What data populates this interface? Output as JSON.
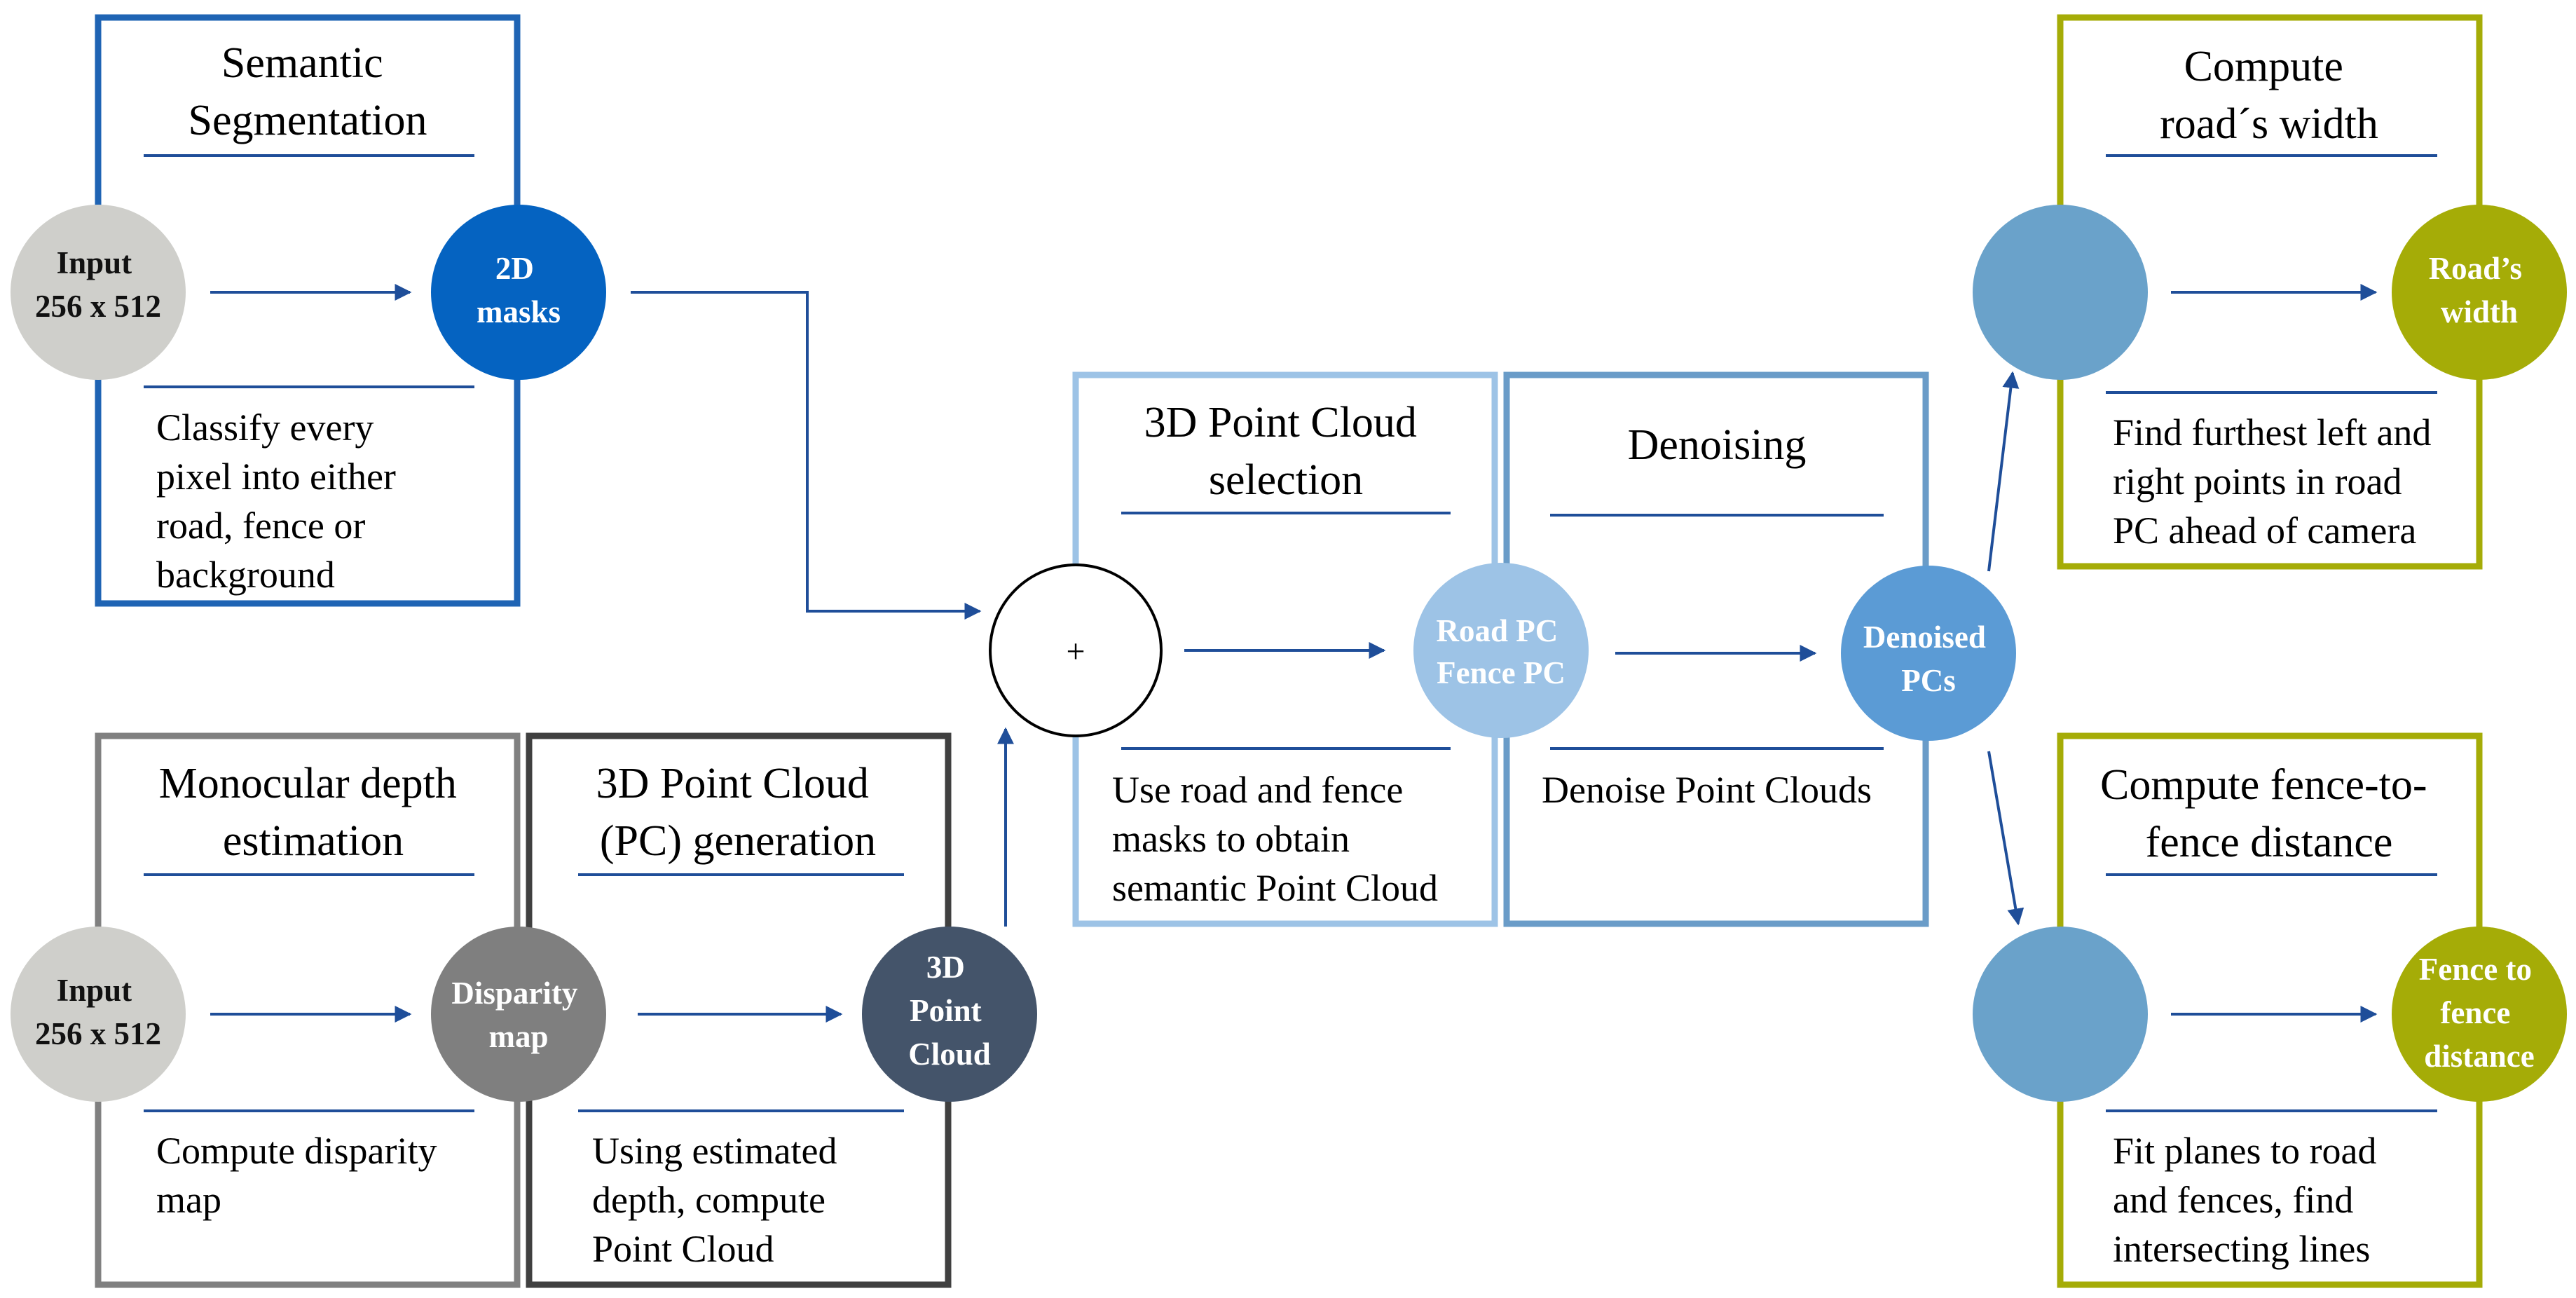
{
  "colors": {
    "blue_dark": "#1f64b4",
    "blue_node": "#0563c1",
    "gray_box": "#808080",
    "gray_node": "#7f7f7f",
    "gray_light": "#cfcfcb",
    "charcoal_box": "#404040",
    "navy_node": "#44546a",
    "light_blue": "#9dc3e6",
    "steel_blue": "#6a9cc8",
    "mid_blue": "#5b9bd5",
    "olive": "#a5ac07",
    "arrow": "#1f4e99"
  },
  "boxes": {
    "semantic": {
      "title_lines": [
        "Semantic",
        "Segmentation"
      ],
      "desc_lines": [
        "Classify every",
        "pixel into either",
        "road, fence or",
        "background"
      ]
    },
    "depth": {
      "title_lines": [
        "Monocular depth",
        "estimation"
      ],
      "desc_lines": [
        "Compute disparity",
        "map"
      ]
    },
    "pcgen": {
      "title_lines": [
        "3D Point Cloud",
        "(PC) generation"
      ],
      "desc_lines": [
        "Using estimated",
        "depth, compute",
        "Point Cloud"
      ]
    },
    "selection": {
      "title_lines": [
        "3D Point Cloud",
        "selection"
      ],
      "desc_lines": [
        "Use road and fence",
        "masks to obtain",
        "semantic Point Cloud"
      ]
    },
    "denoising": {
      "title_lines": [
        "Denoising"
      ],
      "desc_lines": [
        "Denoise Point Clouds"
      ]
    },
    "width": {
      "title_lines": [
        "Compute",
        "road´s width"
      ],
      "desc_lines": [
        "Find furthest left and",
        "right points in road",
        "PC ahead of camera"
      ]
    },
    "fence": {
      "title_lines": [
        "Compute fence-to-",
        "fence distance"
      ],
      "desc_lines": [
        "Fit planes to road",
        "and fences, find",
        "intersecting lines"
      ]
    }
  },
  "nodes": {
    "input_top": [
      "Input",
      "256 x 512"
    ],
    "masks": [
      "2D",
      "masks"
    ],
    "input_bottom": [
      "Input",
      "256 x 512"
    ],
    "disparity": [
      "Disparity",
      "map"
    ],
    "pointcloud": [
      "3D",
      "Point",
      "Cloud"
    ],
    "plus": "+",
    "roadfence": [
      "Road PC",
      "Fence PC"
    ],
    "denoised": [
      "Denoised",
      "PCs"
    ],
    "roads_width": [
      "Road’s",
      "width"
    ],
    "fence_distance": [
      "Fence to",
      "fence",
      "distance"
    ]
  }
}
